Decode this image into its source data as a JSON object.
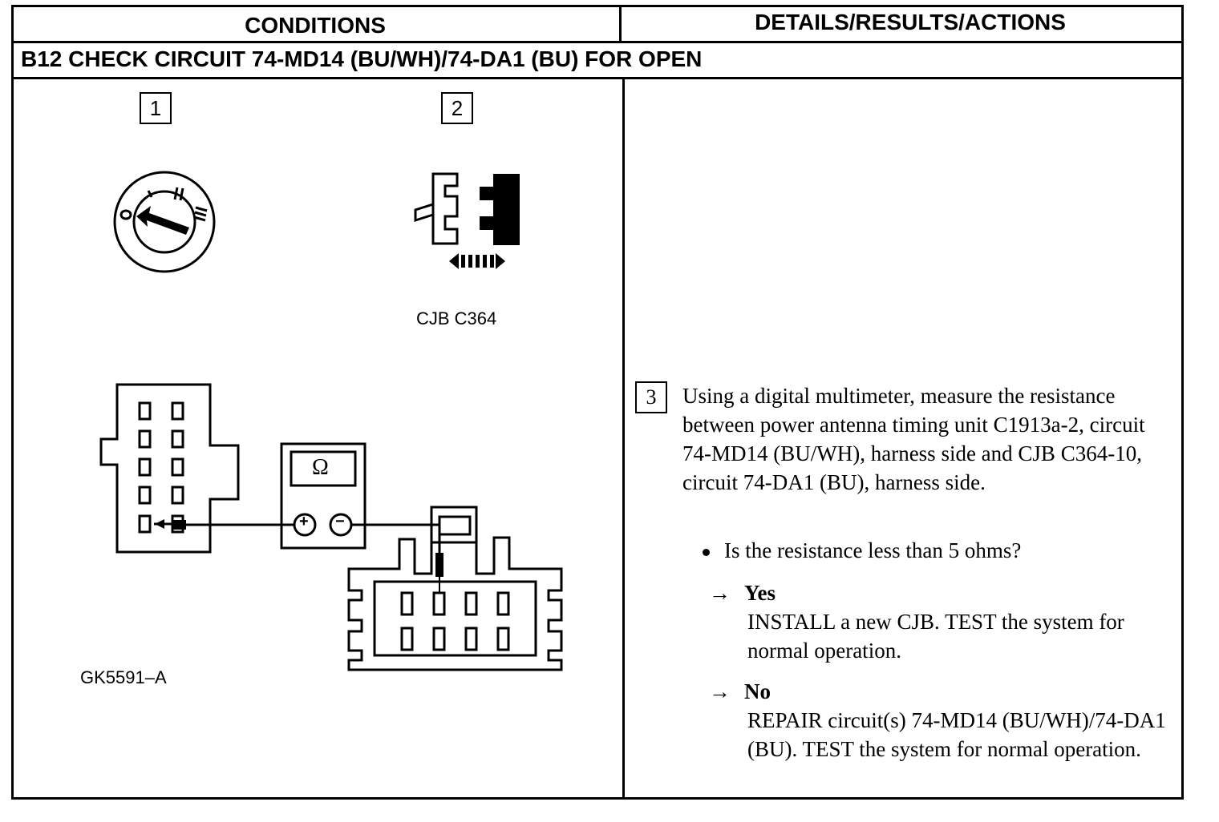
{
  "header": {
    "conditions": "CONDITIONS",
    "details": "DETAILS/RESULTS/ACTIONS"
  },
  "title": "B12 CHECK CIRCUIT 74-MD14 (BU/WH)/74-DA1 (BU) FOR OPEN",
  "steps": {
    "step1": "1",
    "step2": "2",
    "step3": "3"
  },
  "diagram": {
    "connector_label": "CJB C364",
    "figure_id": "GK5591–A",
    "meter_symbol": "Ω",
    "ignition_marks": [
      "O",
      "I",
      "II",
      "III"
    ],
    "probe_plus": "+",
    "probe_minus": "−"
  },
  "instruction": "Using a digital multimeter, measure the resistance between power antenna timing unit C1913a-2, circuit 74-MD14 (BU/WH), harness side and CJB C364-10, circuit 74-DA1 (BU), harness side.",
  "question": "Is the resistance less than 5 ohms?",
  "results": [
    {
      "arrow": "→",
      "label": "Yes",
      "text": "INSTALL a new CJB. TEST the system for normal operation."
    },
    {
      "arrow": "→",
      "label": "No",
      "text": "REPAIR circuit(s) 74-MD14 (BU/WH)/74-DA1 (BU). TEST the system for normal operation."
    }
  ]
}
